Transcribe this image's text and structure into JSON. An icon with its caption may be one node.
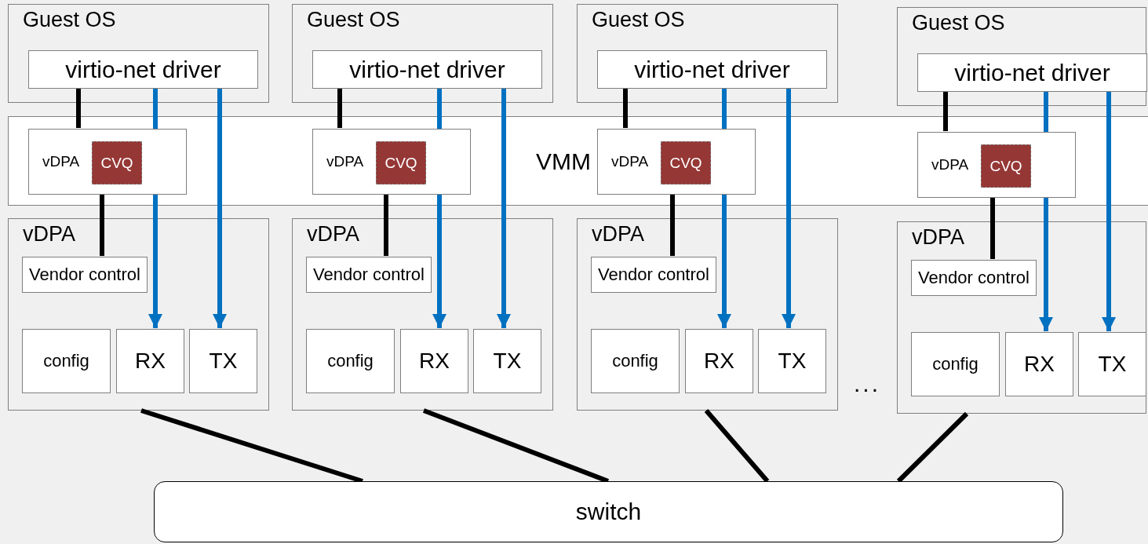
{
  "diagram": {
    "nodes": [
      {
        "text": [
          "Guest OS"
        ]
      },
      {
        "text": [
          "virtio-net driver"
        ],
        "in": 0
      },
      {
        "text": [
          "Guest OS"
        ]
      },
      {
        "text": [
          "virtio-net driver"
        ],
        "in": 2
      },
      {
        "text": [
          "Guest OS"
        ]
      },
      {
        "text": [
          "virtio-net driver"
        ],
        "in": 4
      },
      {
        "text": [
          "Guest OS"
        ]
      },
      {
        "text": [
          "virtio-net driver"
        ],
        "in": 6
      },
      {
        "text": [
          "VMM"
        ]
      },
      {
        "text": [
          "vDPA"
        ],
        "in": 8
      },
      {
        "text": [
          "CVQ"
        ],
        "in": 9
      },
      {
        "text": [
          "vDPA"
        ],
        "in": 8
      },
      {
        "text": [
          "CVQ"
        ],
        "in": 11
      },
      {
        "text": [
          "vDPA"
        ],
        "in": 8
      },
      {
        "text": [
          "CVQ"
        ],
        "in": 13
      },
      {
        "text": [
          "vDPA"
        ],
        "in": 8
      },
      {
        "text": [
          "CVQ"
        ],
        "in": 15
      },
      {
        "text": [
          "vDPA"
        ]
      },
      {
        "text": [
          "Vendor control"
        ],
        "in": 17
      },
      {
        "text": [
          "config"
        ],
        "in": 17
      },
      {
        "text": [
          "RX"
        ],
        "in": 17
      },
      {
        "text": [
          "TX"
        ],
        "in": 17
      },
      {
        "text": [
          "vDPA"
        ]
      },
      {
        "text": [
          "Vendor control"
        ],
        "in": 22
      },
      {
        "text": [
          "config"
        ],
        "in": 22
      },
      {
        "text": [
          "RX"
        ],
        "in": 22
      },
      {
        "text": [
          "TX"
        ],
        "in": 22
      },
      {
        "text": [
          "vDPA"
        ]
      },
      {
        "text": [
          "Vendor control"
        ],
        "in": 27
      },
      {
        "text": [
          "config"
        ],
        "in": 27
      },
      {
        "text": [
          "RX"
        ],
        "in": 27
      },
      {
        "text": [
          "TX"
        ],
        "in": 27
      },
      {
        "text": [
          "vDPA"
        ]
      },
      {
        "text": [
          "Vendor control"
        ],
        "in": 32
      },
      {
        "text": [
          "config"
        ],
        "in": 32
      },
      {
        "text": [
          "RX"
        ],
        "in": 32
      },
      {
        "text": [
          "TX"
        ],
        "in": 32
      },
      {
        "text": [
          "switch"
        ]
      }
    ],
    "edges": [
      {
        "from": 1,
        "to": 9,
        "arrow": "none"
      },
      {
        "from": 9,
        "to": 18,
        "arrow": "none"
      },
      {
        "from": 1,
        "to": 20,
        "arrow": "to",
        "color": "#0070c0"
      },
      {
        "from": 1,
        "to": 21,
        "arrow": "to",
        "color": "#0070c0"
      },
      {
        "from": 17,
        "to": 37,
        "arrow": "none"
      },
      {
        "from": 3,
        "to": 11,
        "arrow": "none"
      },
      {
        "from": 11,
        "to": 23,
        "arrow": "none"
      },
      {
        "from": 3,
        "to": 25,
        "arrow": "to",
        "color": "#0070c0"
      },
      {
        "from": 3,
        "to": 26,
        "arrow": "to",
        "color": "#0070c0"
      },
      {
        "from": 22,
        "to": 37,
        "arrow": "none"
      },
      {
        "from": 5,
        "to": 13,
        "arrow": "none"
      },
      {
        "from": 13,
        "to": 28,
        "arrow": "none"
      },
      {
        "from": 5,
        "to": 30,
        "arrow": "to",
        "color": "#0070c0"
      },
      {
        "from": 5,
        "to": 31,
        "arrow": "to",
        "color": "#0070c0"
      },
      {
        "from": 27,
        "to": 37,
        "arrow": "none"
      },
      {
        "from": 7,
        "to": 15,
        "arrow": "none"
      },
      {
        "from": 15,
        "to": 33,
        "arrow": "none"
      },
      {
        "from": 7,
        "to": 35,
        "arrow": "to",
        "color": "#0070c0"
      },
      {
        "from": 7,
        "to": 36,
        "arrow": "to",
        "color": "#0070c0"
      },
      {
        "from": 32,
        "to": 37,
        "arrow": "none"
      }
    ],
    "labels": [
      "..."
    ]
  }
}
